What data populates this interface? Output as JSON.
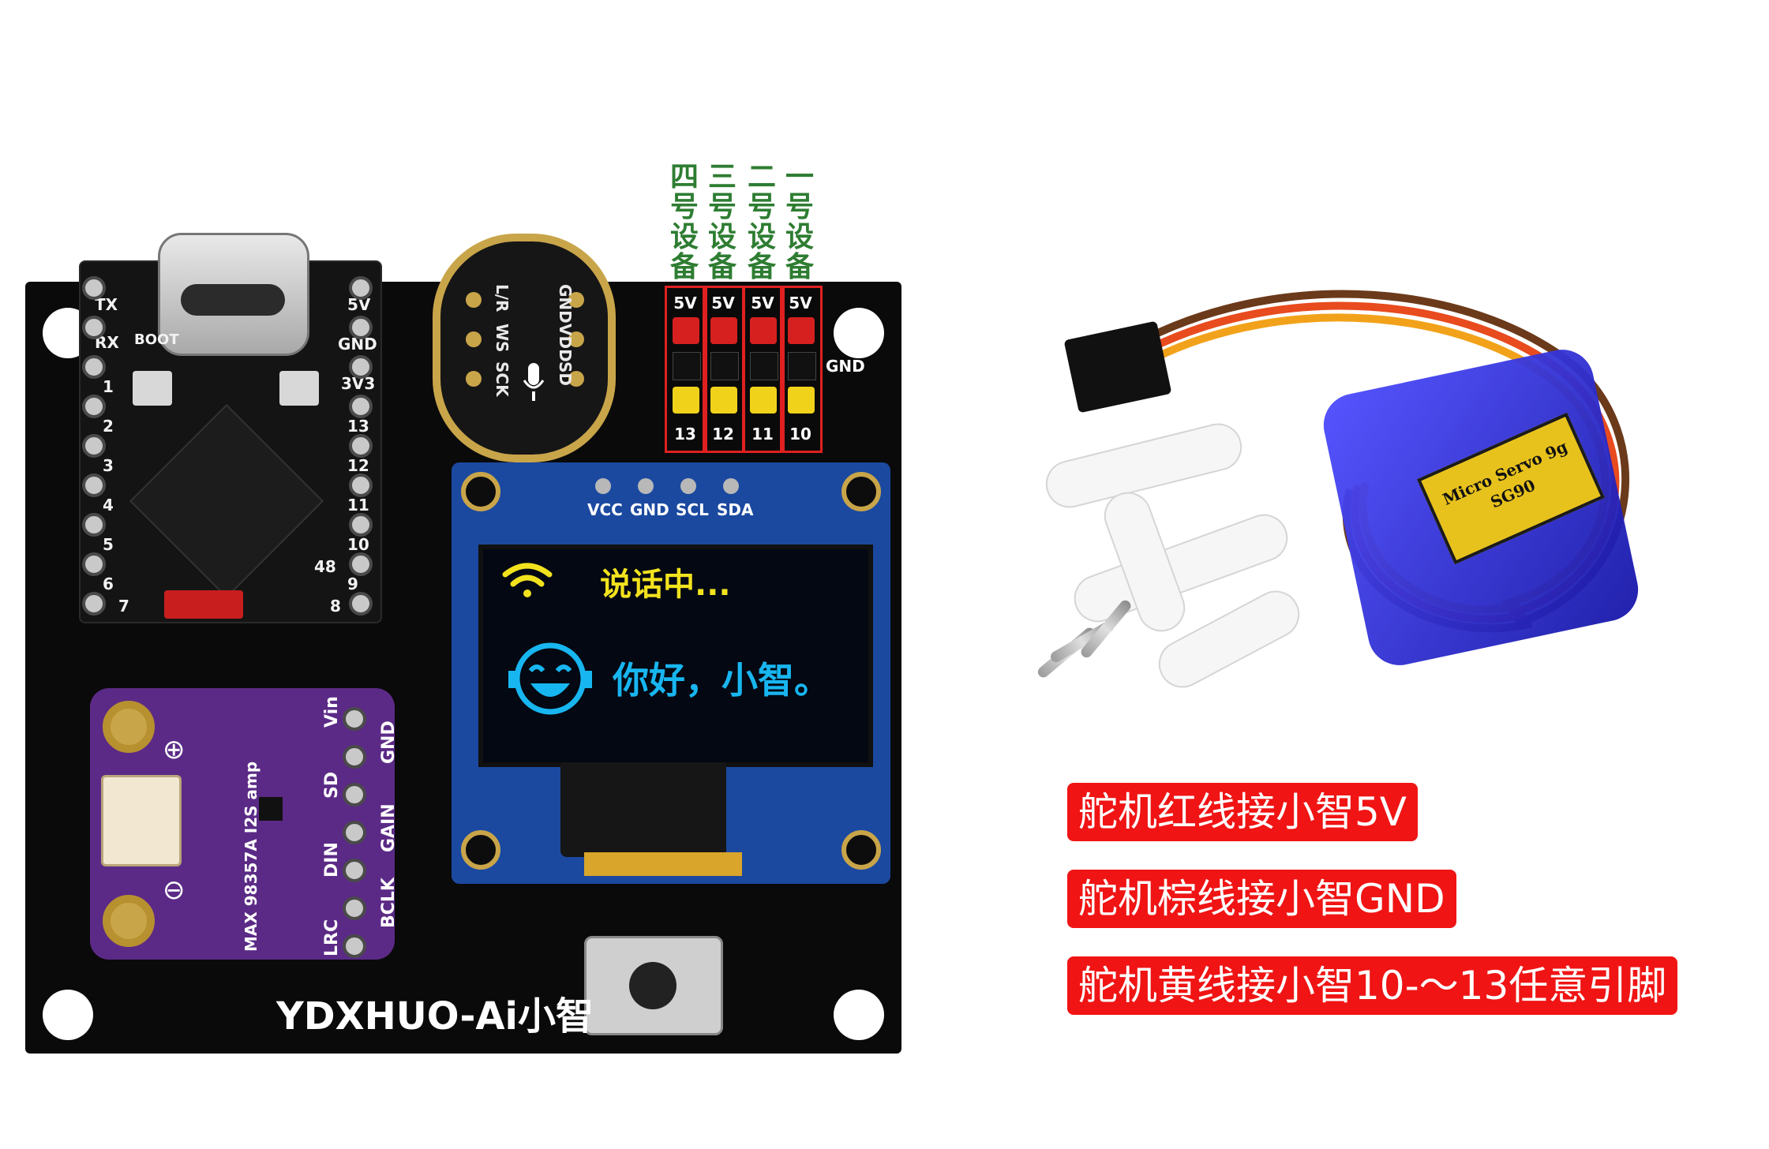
{
  "board": {
    "brand": "YDXHUO-Ai小智",
    "mcu_labels": {
      "tx": "TX",
      "rx": "RX",
      "boot": "BOOT",
      "pin_5v": "5V",
      "gnd": "GND",
      "pin_3v3": "3V3",
      "left_pins": [
        "1",
        "2",
        "3",
        "4",
        "5",
        "6",
        "7"
      ],
      "right_pins": [
        "13",
        "12",
        "11",
        "10",
        "9",
        "8"
      ],
      "rgb_pin": "48"
    },
    "mic_labels": [
      "L/R",
      "WS",
      "SCK",
      "GND",
      "VDD",
      "SD"
    ],
    "devices": [
      {
        "label": "四号设备",
        "pin": "13"
      },
      {
        "label": "三号设备",
        "pin": "12"
      },
      {
        "label": "二号设备",
        "pin": "11"
      },
      {
        "label": "一号设备",
        "pin": "10"
      }
    ],
    "header_top_label": "5V",
    "header_gnd_label": "GND",
    "oled_pins": [
      "VCC",
      "GND",
      "SCL",
      "SDA"
    ],
    "oled_status_text": "说话中...",
    "oled_message_text": "你好，小智。",
    "amp_labels": {
      "model": "MAX 98357A I2S amp",
      "pins": [
        "Vin",
        "GND",
        "SD",
        "GAIN",
        "DIN",
        "BCLK",
        "LRC"
      ],
      "plus": "⊕",
      "minus": "⊖"
    }
  },
  "servo": {
    "label_line1": "Micro Servo 9g",
    "label_line2": "SG90"
  },
  "captions": [
    "舵机红线接小智5V",
    "舵机棕线接小智GND",
    "舵机黄线接小智10-～13任意引脚"
  ],
  "colors": {
    "caption_bg": "#f01414",
    "device_label": "#2e7d32",
    "oled_status": "#f2e21e",
    "oled_message": "#18b6f0"
  },
  "icons": [
    "wifi-icon",
    "smiley-icon",
    "mic-icon"
  ]
}
